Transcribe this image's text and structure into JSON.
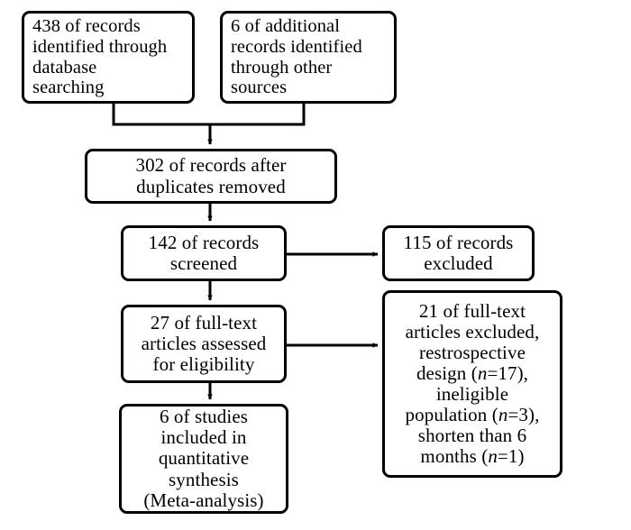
{
  "diagram": {
    "type": "prisma-flow-diagram",
    "stroke_color": "#000000",
    "background_color": "#ffffff",
    "nodes": [
      {
        "id": "identified-db",
        "align": "left",
        "lines": [
          "438 of records",
          "identified through",
          "database",
          "searching"
        ]
      },
      {
        "id": "identified-other",
        "align": "left",
        "lines": [
          "6 of additional",
          "records identified",
          "through other",
          "sources"
        ]
      },
      {
        "id": "duplicates-removed",
        "align": "center",
        "lines": [
          "302 of records after",
          "duplicates removed"
        ]
      },
      {
        "id": "records-screened",
        "align": "center",
        "lines": [
          "142 of records",
          "screened"
        ]
      },
      {
        "id": "records-excluded",
        "align": "center",
        "lines": [
          "115 of records",
          "excluded"
        ]
      },
      {
        "id": "fulltext-assessed",
        "align": "center",
        "lines": [
          "27 of full-text",
          "articles assessed",
          "for eligibility"
        ]
      },
      {
        "id": "fulltext-excluded",
        "align": "center",
        "lines": [
          "21 of full-text",
          "articles excluded,",
          "restrospective",
          "design (n=17),",
          "ineligible",
          "population (n=3),",
          "shorten than 6",
          "months (n=1)"
        ]
      },
      {
        "id": "studies-included",
        "align": "center",
        "lines": [
          "6 of studies",
          "included in",
          "quantitative",
          "synthesis",
          "(Meta-analysis)"
        ]
      }
    ],
    "counts": {
      "identified_database": 438,
      "identified_other": 6,
      "after_duplicates": 302,
      "screened": 142,
      "excluded_screening": 115,
      "fulltext_assessed": 27,
      "fulltext_excluded": 21,
      "excluded_retrospective_design": 17,
      "excluded_ineligible_population": 3,
      "excluded_shorter_than_6_months": 1,
      "included_quantitative_synthesis": 6
    },
    "connectors": [
      {
        "id": "merge-to-duplicates",
        "from": [
          "identified-db",
          "identified-other"
        ],
        "to": "duplicates-removed",
        "shape": "merge-down-arrow"
      },
      {
        "id": "duplicates-to-screened",
        "from": "duplicates-removed",
        "to": "records-screened",
        "shape": "down-arrow"
      },
      {
        "id": "screened-to-excluded",
        "from": "records-screened",
        "to": "records-excluded",
        "shape": "right-arrow"
      },
      {
        "id": "screened-to-fulltext",
        "from": "records-screened",
        "to": "fulltext-assessed",
        "shape": "down-arrow"
      },
      {
        "id": "fulltext-to-excluded",
        "from": "fulltext-assessed",
        "to": "fulltext-excluded",
        "shape": "right-arrow"
      },
      {
        "id": "fulltext-to-included",
        "from": "fulltext-assessed",
        "to": "studies-included",
        "shape": "down-arrow"
      }
    ]
  }
}
